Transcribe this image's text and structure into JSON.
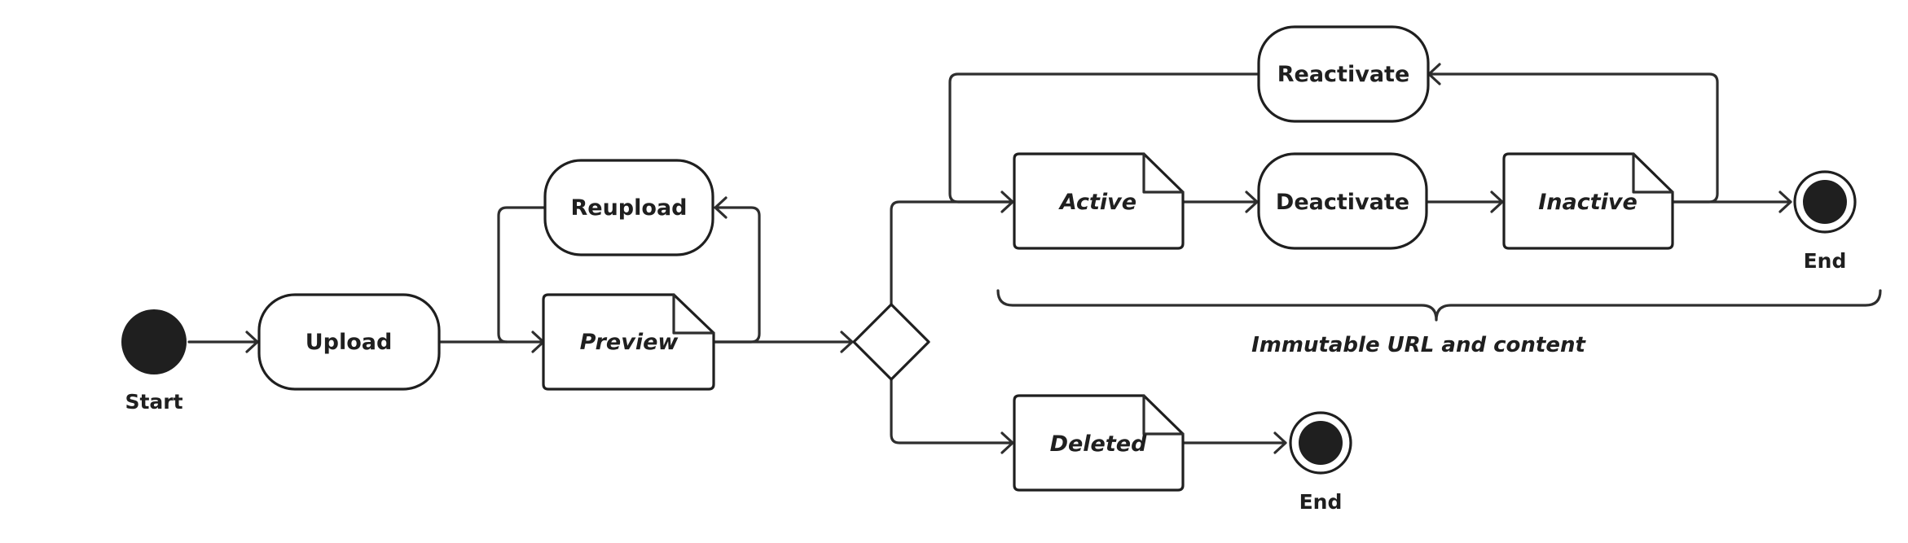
{
  "diagram": {
    "start_label": "Start",
    "upload_label": "Upload",
    "preview_label": "Preview",
    "reupload_label": "Reupload",
    "active_label": "Active",
    "deactivate_label": "Deactivate",
    "inactive_label": "Inactive",
    "reactivate_label": "Reactivate",
    "deleted_label": "Deleted",
    "end_top_label": "End",
    "end_bottom_label": "End",
    "brace_note": "Immutable URL and content"
  },
  "colors": {
    "stroke": "#2e2e2e",
    "fill": "#ffffff",
    "dot": "#1f1f1f"
  }
}
